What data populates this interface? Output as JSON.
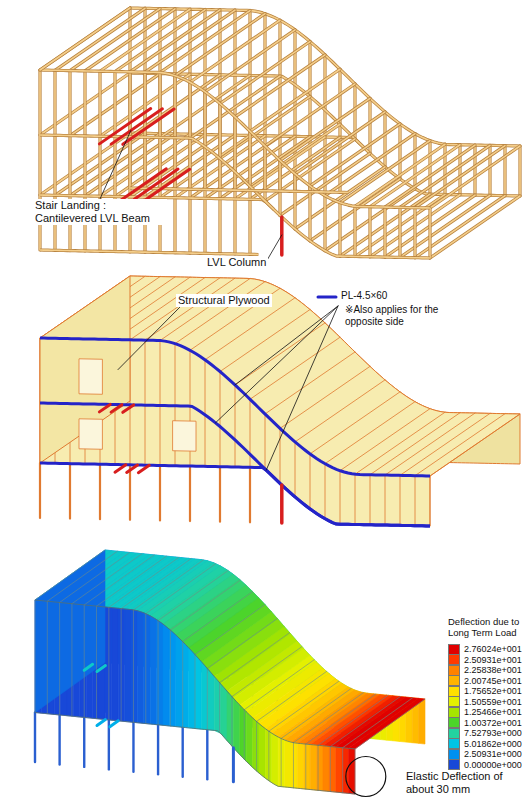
{
  "diagram": {
    "labels": [
      "Stair Landing : Cantilevered LVL Beam",
      "LVL Column",
      "Structural Plywood",
      "PL-4.5×60",
      "※Also applies for the opposite side",
      "Deflection due to Long Term Load",
      "Elastic Deflection of about 30 mm"
    ],
    "legend": [
      {
        "text": "2.76024e+001",
        "color": "#e00000"
      },
      {
        "text": "2.50931e+001",
        "color": "#ff3a00"
      },
      {
        "text": "2.25838e+001",
        "color": "#ff8200"
      },
      {
        "text": "2.00745e+001",
        "color": "#ffb400"
      },
      {
        "text": "1.75652e+001",
        "color": "#ffe000"
      },
      {
        "text": "1.50559e+001",
        "color": "#e4f000"
      },
      {
        "text": "1.25466e+001",
        "color": "#a6e400"
      },
      {
        "text": "1.00372e+001",
        "color": "#4cd42a"
      },
      {
        "text": "7.52793e+000",
        "color": "#22d2a0"
      },
      {
        "text": "5.01862e+000",
        "color": "#00c4e4"
      },
      {
        "text": "2.50931e+000",
        "color": "#0090f0"
      },
      {
        "text": "0.00000e+000",
        "color": "#1848d8"
      }
    ]
  }
}
